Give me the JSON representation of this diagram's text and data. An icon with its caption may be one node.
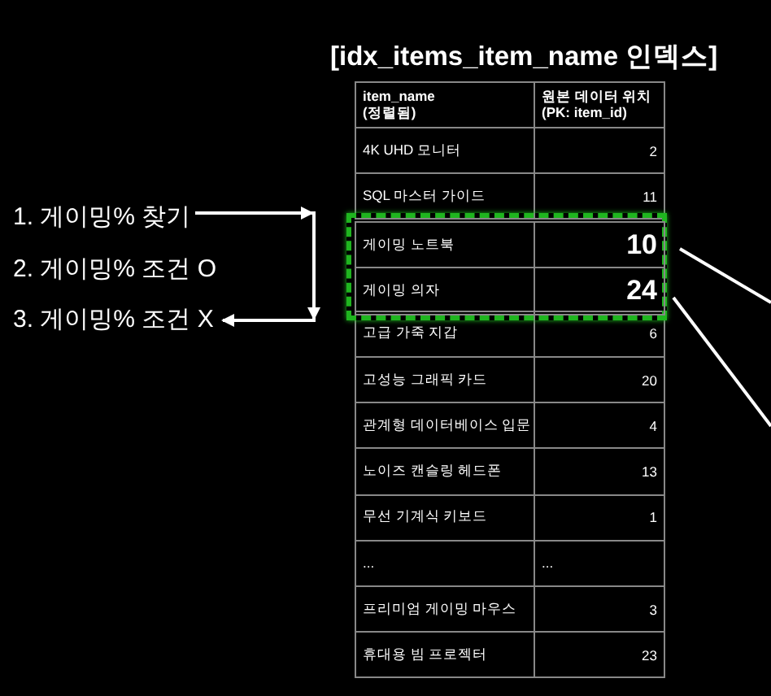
{
  "diagram": {
    "title": "[idx_items_item_name 인덱스]",
    "nodes": [
      {
        "text": [
          "1. 게이밍% 찾기"
        ]
      },
      {
        "text": [
          "2. 게이밍% 조건 O"
        ]
      },
      {
        "text": [
          "3. 게이밍% 조건 X"
        ]
      },
      {
        "text": [],
        "shape": "box"
      },
      {
        "text": [
          "게이밍 노트북"
        ],
        "in": 3
      },
      {
        "text": [
          "10"
        ],
        "in": 3
      },
      {
        "text": [
          "게이밍 의자"
        ],
        "in": 3
      },
      {
        "text": [
          "24"
        ],
        "in": 3
      }
    ],
    "edges": [
      {
        "from": 0,
        "to": 2,
        "arrow": "to"
      },
      {
        "from": 5,
        "to": null,
        "arrow": "none"
      },
      {
        "from": 7,
        "to": null,
        "arrow": "none"
      }
    ],
    "labels": [
      "item_name (정렬됨)",
      "원본 데이터 위치 (PK: item_id)",
      "4K UHD 모니터",
      "2",
      "SQL 마스터 가이드",
      "11",
      "고급 가죽 지갑",
      "6",
      "고성능 그래픽 카드",
      "20",
      "관계형 데이터베이스 입문",
      "4",
      "노이즈 캔슬링 헤드폰",
      "13",
      "무선 기계식 키보드",
      "1",
      "...",
      "...",
      "프리미엄 게이밍 마우스",
      "3",
      "휴대용 빔 프로젝터",
      "23"
    ]
  }
}
